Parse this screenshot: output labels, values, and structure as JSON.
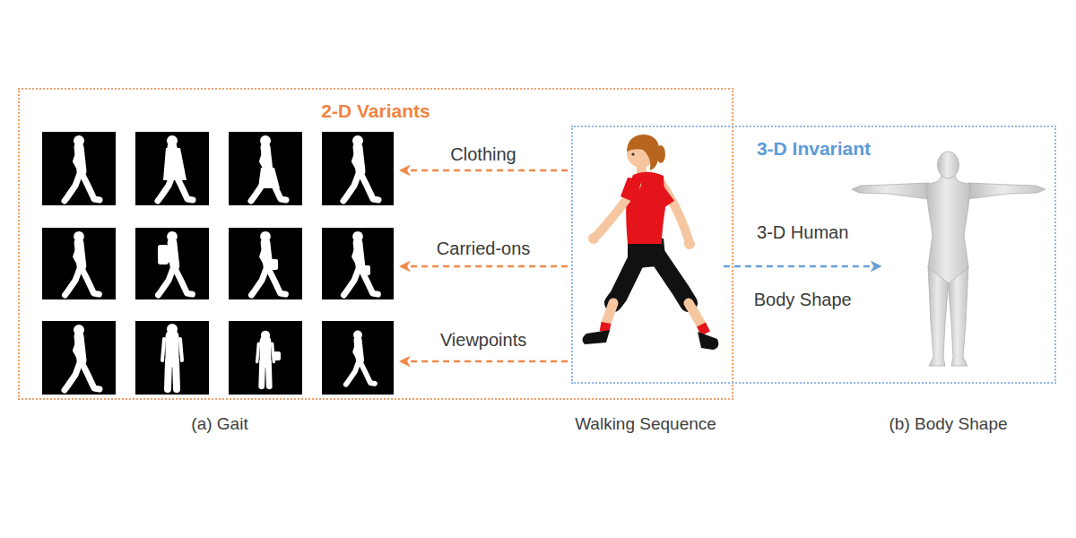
{
  "diagram": {
    "nodes": [
      {
        "text": [
          "2-D Variants"
        ]
      },
      {
        "text": [
          "(a) Gait"
        ],
        "in": 0
      },
      {
        "text": [
          "Walking Sequence"
        ]
      },
      {
        "text": [
          "3-D Invariant"
        ]
      },
      {
        "text": [
          "(b) Body Shape"
        ],
        "in": 3
      }
    ],
    "edges": [
      {
        "from": 2,
        "to": 1,
        "arrow": "to",
        "label": "Clothing"
      },
      {
        "from": 2,
        "to": 1,
        "arrow": "to",
        "label": "Carried-ons"
      },
      {
        "from": 2,
        "to": 1,
        "arrow": "to",
        "label": "Viewpoints"
      },
      {
        "from": 2,
        "to": 4,
        "arrow": "to",
        "label": "3-D Human"
      }
    ],
    "labels": [
      "Body Shape"
    ]
  }
}
